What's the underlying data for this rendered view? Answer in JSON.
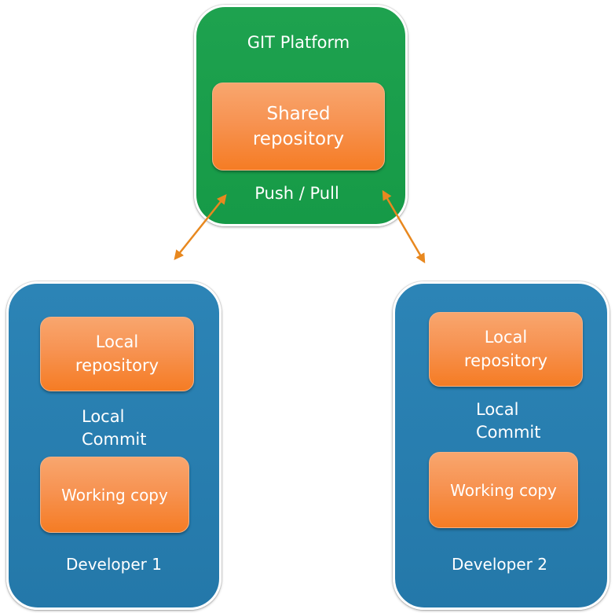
{
  "colors": {
    "platform_panel": "#1a9e4b",
    "developer_panel": "#2a7fb1",
    "repository_box": "#f7924f",
    "arrow": "#e8881f",
    "text": "#ffffff"
  },
  "platform": {
    "title": "GIT Platform",
    "shared_repo": "Shared\nrepository",
    "sync_label": "Push / Pull"
  },
  "developers": [
    {
      "name": "Developer 1",
      "local_repo": "Local\nrepository",
      "commit_label": "Local\nCommit",
      "working_copy": "Working copy"
    },
    {
      "name": "Developer 2",
      "local_repo": "Local\nrepository",
      "commit_label": "Local\nCommit",
      "working_copy": "Working copy"
    }
  ]
}
